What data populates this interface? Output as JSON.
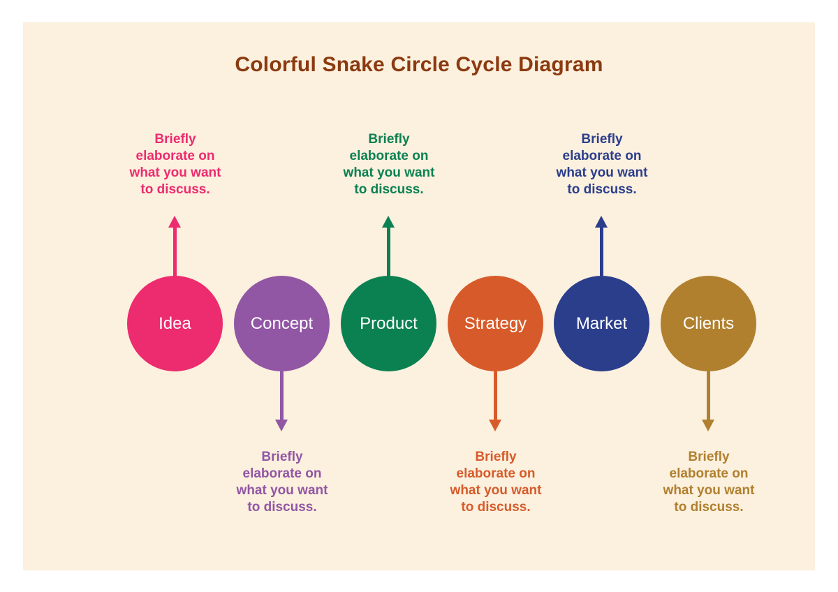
{
  "title": "Colorful Snake Circle Cycle Diagram",
  "colors": {
    "page_background": "#FFFFFF",
    "canvas_background": "#FCF0DE",
    "title_text": "#8B3A10",
    "circle_label_text": "#FFFFFF"
  },
  "note_text_full": "Briefly elaborate on what you want to discuss.",
  "steps": [
    {
      "label": "Idea",
      "color": "#ED2B6F",
      "direction": "up",
      "note_lines": [
        "Briefly",
        "elaborate on",
        "what you want",
        "to discuss."
      ]
    },
    {
      "label": "Concept",
      "color": "#9156A4",
      "direction": "down",
      "note_lines": [
        "Briefly",
        "elaborate on",
        "what you want",
        "to discuss."
      ]
    },
    {
      "label": "Product",
      "color": "#0B8152",
      "direction": "up",
      "note_lines": [
        "Briefly",
        "elaborate on",
        "what you want",
        "to discuss."
      ]
    },
    {
      "label": "Strategy",
      "color": "#D75B2A",
      "direction": "down",
      "note_lines": [
        "Briefly",
        "elaborate on",
        "what you want",
        "to discuss."
      ]
    },
    {
      "label": "Market",
      "color": "#2B3E8C",
      "direction": "up",
      "note_lines": [
        "Briefly",
        "elaborate on",
        "what you want",
        "to discuss."
      ]
    },
    {
      "label": "Clients",
      "color": "#B0802F",
      "direction": "down",
      "note_lines": [
        "Briefly",
        "elaborate on",
        "what you want",
        "to discuss."
      ]
    }
  ]
}
